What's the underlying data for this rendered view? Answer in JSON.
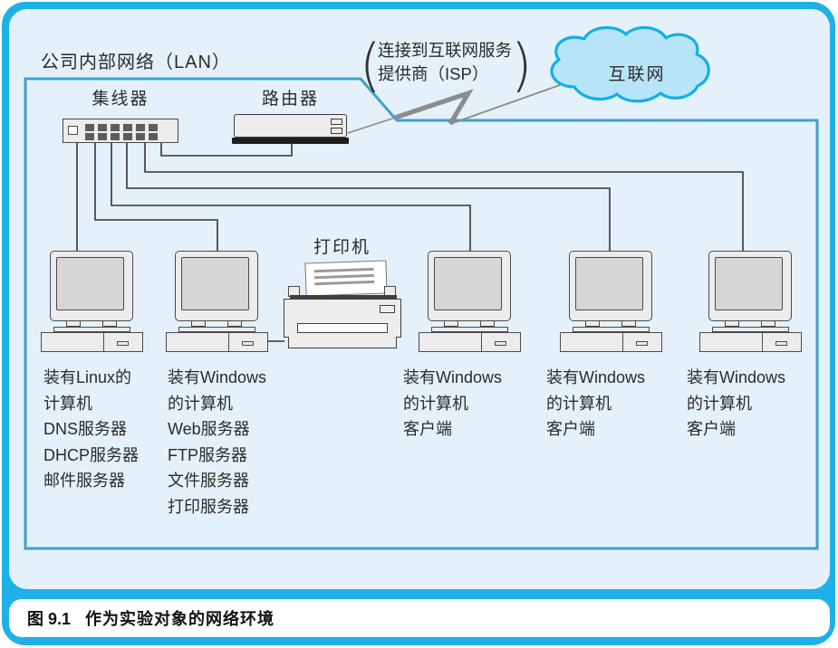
{
  "figure": {
    "lan_title": "公司内部网络（LAN）",
    "caption_prefix": "图 9.1",
    "caption_text": "作为实验对象的网络环境"
  },
  "devices": {
    "hub_label": "集线器",
    "router_label": "路由器",
    "printer_label": "打印机",
    "internet_label": "互联网"
  },
  "isp_note": {
    "open_paren": "(",
    "line1": "连接到互联网服务",
    "line2": "提供商（ISP）",
    "close_paren": ")"
  },
  "computers": [
    {
      "lines": [
        "装有Linux的",
        "计算机",
        "DNS服务器",
        "DHCP服务器",
        "邮件服务器"
      ]
    },
    {
      "lines": [
        "装有Windows",
        "的计算机",
        "Web服务器",
        "FTP服务器",
        "文件服务器",
        "打印服务器"
      ]
    },
    {
      "lines": [
        "装有Windows",
        "的计算机",
        "客户端"
      ]
    },
    {
      "lines": [
        "装有Windows",
        "的计算机",
        "客户端"
      ]
    },
    {
      "lines": [
        "装有Windows",
        "的计算机",
        "客户端"
      ]
    }
  ],
  "colors": {
    "frame": "#1fb0e8",
    "panel_bg": "#e4f1fa",
    "caption_bg": "#ffffff",
    "lan_border": "#3fa0c8",
    "cloud_fill": "#b8e4f8",
    "cloud_stroke": "#12afe8",
    "device_fill": "#ececec",
    "device_stroke": "#4a4a4a",
    "cable": "#333333",
    "lightning": "#8c8c8c"
  }
}
